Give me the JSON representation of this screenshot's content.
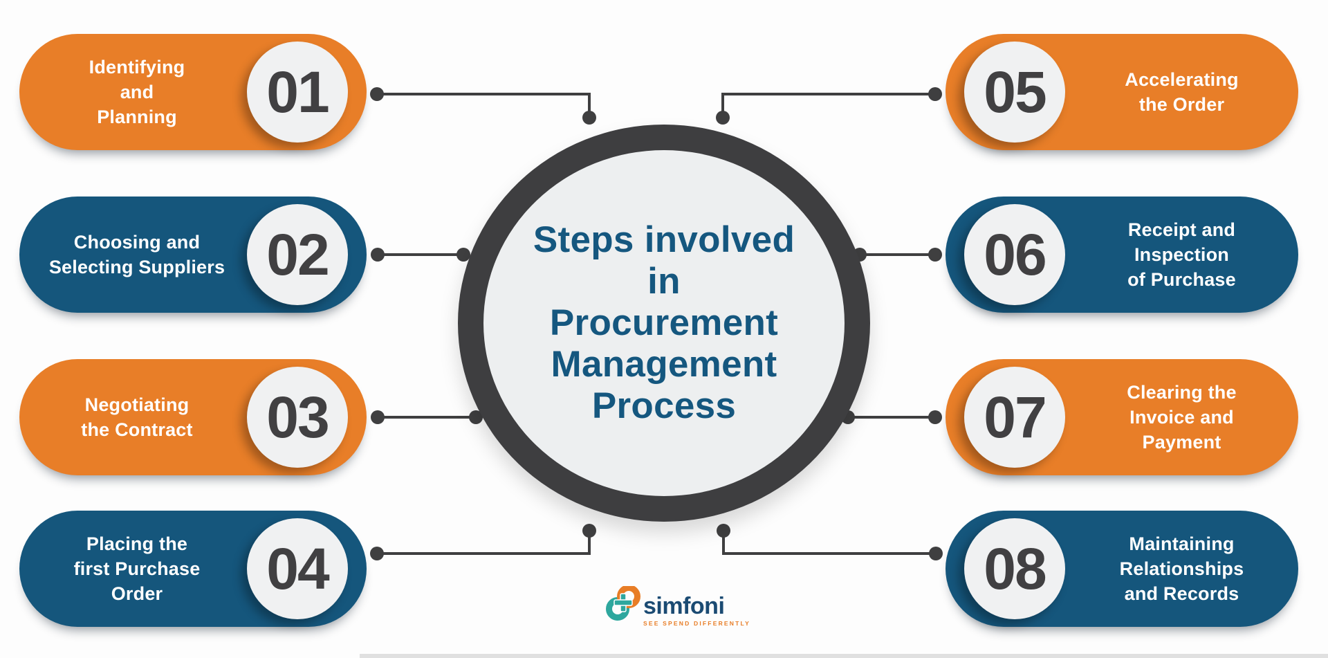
{
  "page": {
    "background": "#fdfdfd"
  },
  "center": {
    "title": "Steps involved\nin\nProcurement\nManagement\nProcess",
    "text_color": "#15577F",
    "ring_color": "#3E3E40",
    "fill_color": "#EDEFF0"
  },
  "steps": [
    {
      "number": "01",
      "label": "Identifying\nand\nPlanning",
      "side": "left",
      "color": "#E87E28"
    },
    {
      "number": "02",
      "label": "Choosing and\nSelecting Suppliers",
      "side": "left",
      "color": "#15567C"
    },
    {
      "number": "03",
      "label": "Negotiating\nthe Contract",
      "side": "left",
      "color": "#E87E28"
    },
    {
      "number": "04",
      "label": "Placing the\nfirst Purchase\nOrder",
      "side": "left",
      "color": "#15567C"
    },
    {
      "number": "05",
      "label": "Accelerating\nthe Order",
      "side": "right",
      "color": "#E87E28"
    },
    {
      "number": "06",
      "label": "Receipt and\nInspection\nof Purchase",
      "side": "right",
      "color": "#15567C"
    },
    {
      "number": "07",
      "label": "Clearing the\nInvoice and\nPayment",
      "side": "right",
      "color": "#E87E28"
    },
    {
      "number": "08",
      "label": "Maintaining\nRelationships\nand Records",
      "side": "right",
      "color": "#15567C"
    }
  ],
  "badge": {
    "fill": "#F0F1F2",
    "number_color": "#414042"
  },
  "connector_color": "#3F3F40",
  "logo": {
    "brand": "simfoni",
    "tagline": "SEE SPEND DIFFERENTLY",
    "brand_color": "#1B4B73",
    "tagline_color": "#E87D26",
    "mark_teal": "#2EA79E",
    "mark_orange": "#E87D26"
  }
}
